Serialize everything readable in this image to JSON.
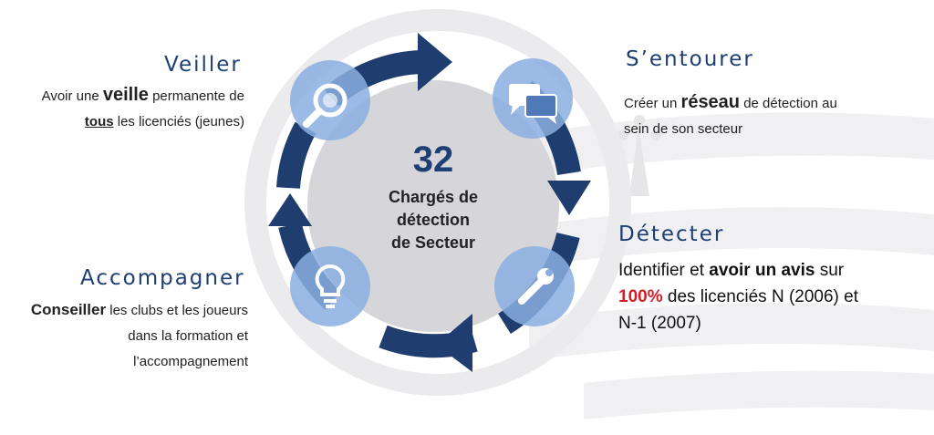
{
  "center": {
    "number": "32",
    "line1": "Chargés de",
    "line2": "détection",
    "line3": "de Secteur"
  },
  "veiller": {
    "title": "Veiller",
    "t1": "Avoir une ",
    "b1": "veille",
    "t2": " permanente de",
    "u1": "tous",
    "t3": " les licenciés (jeunes)",
    "icon": "magnifier-icon"
  },
  "entourer": {
    "title": "S’entourer",
    "t1": "Créer un ",
    "b1": "réseau",
    "t2": " de détection au",
    "t3": "sein de son secteur",
    "icon": "chat-bubbles-icon"
  },
  "detecter": {
    "title": "Détecter",
    "t1": "Identifier et ",
    "b1": "avoir un avis",
    "t2": " sur",
    "r1": "100%",
    "t3": " des licenciés N (2006) et",
    "t4": "N-1 (2007)",
    "icon": "wrench-icon"
  },
  "accompagner": {
    "title": "Accompagner",
    "b1": "Conseiller",
    "t1": " les clubs et les joueurs",
    "t2": "dans la formation et",
    "t3": "l’accompagnement",
    "icon": "lightbulb-icon"
  },
  "colors": {
    "navy": "#1f3d6e",
    "accent_blue": "#4f79b9",
    "light_circle": "#8aaee0",
    "red": "#d0202a"
  }
}
